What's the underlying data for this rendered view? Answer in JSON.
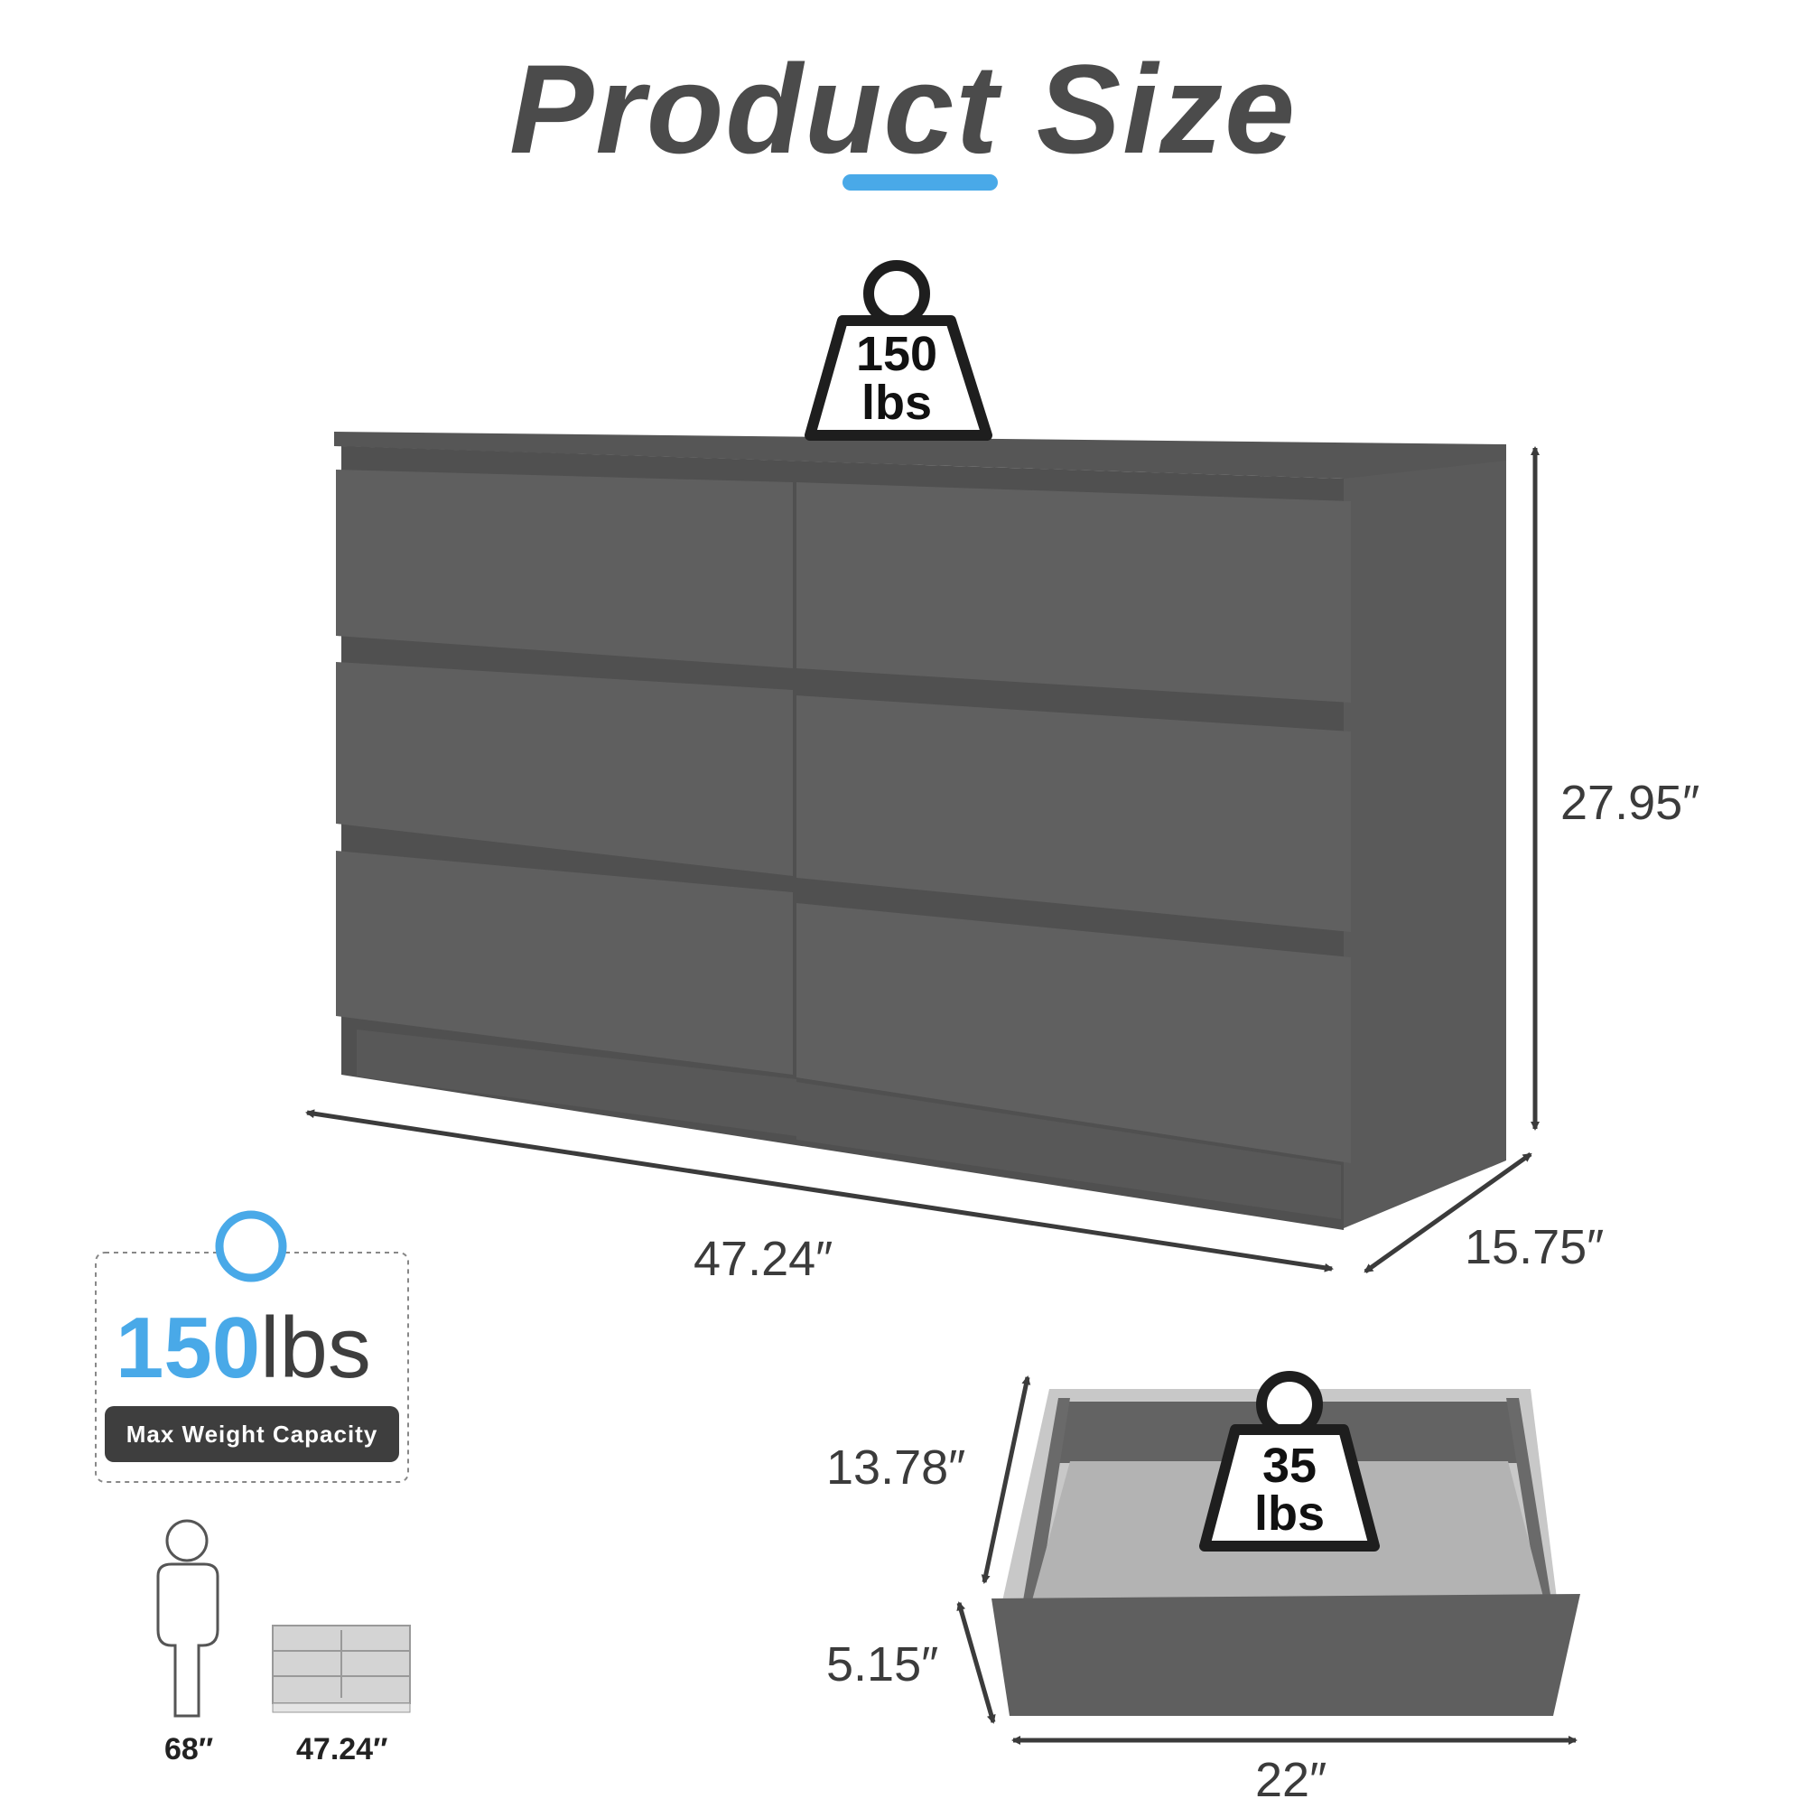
{
  "header": {
    "title": "Product Size"
  },
  "dresser": {
    "top_weight": {
      "value": "150",
      "unit": "lbs"
    },
    "height": "27.95″",
    "width": "47.24″",
    "depth": "15.75″"
  },
  "capacity_card": {
    "value": "150",
    "unit": "lbs",
    "label": "Max Weight Capacity"
  },
  "comparison": {
    "person_height": "68″",
    "dresser_width": "47.24″"
  },
  "drawer": {
    "weight": {
      "value": "35",
      "unit": "lbs"
    },
    "depth": "13.78″",
    "height": "5.15″",
    "width": "22″"
  },
  "colors": {
    "accent": "#49a9e8",
    "dresser": "#5e5e5e",
    "drawer_floor": "#b3b3b3"
  }
}
